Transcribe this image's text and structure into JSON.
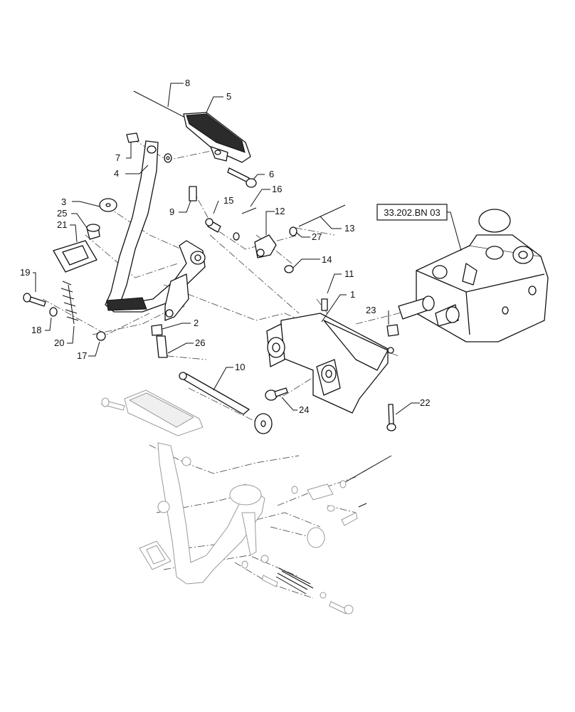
{
  "callouts": {
    "c1": "1",
    "c2": "2",
    "c3": "3",
    "c4": "4",
    "c5": "5",
    "c6": "6",
    "c7": "7",
    "c8": "8",
    "c9": "9",
    "c10": "10",
    "c11": "11",
    "c12": "12",
    "c13": "13",
    "c14": "14",
    "c15": "15",
    "c16": "16",
    "c17": "17",
    "c18": "18",
    "c19": "19",
    "c20": "20",
    "c21": "21",
    "c22": "22",
    "c23": "23",
    "c24": "24",
    "c25": "25",
    "c26": "26",
    "c27": "27"
  },
  "reference": {
    "label": "33.202.BN 03"
  }
}
